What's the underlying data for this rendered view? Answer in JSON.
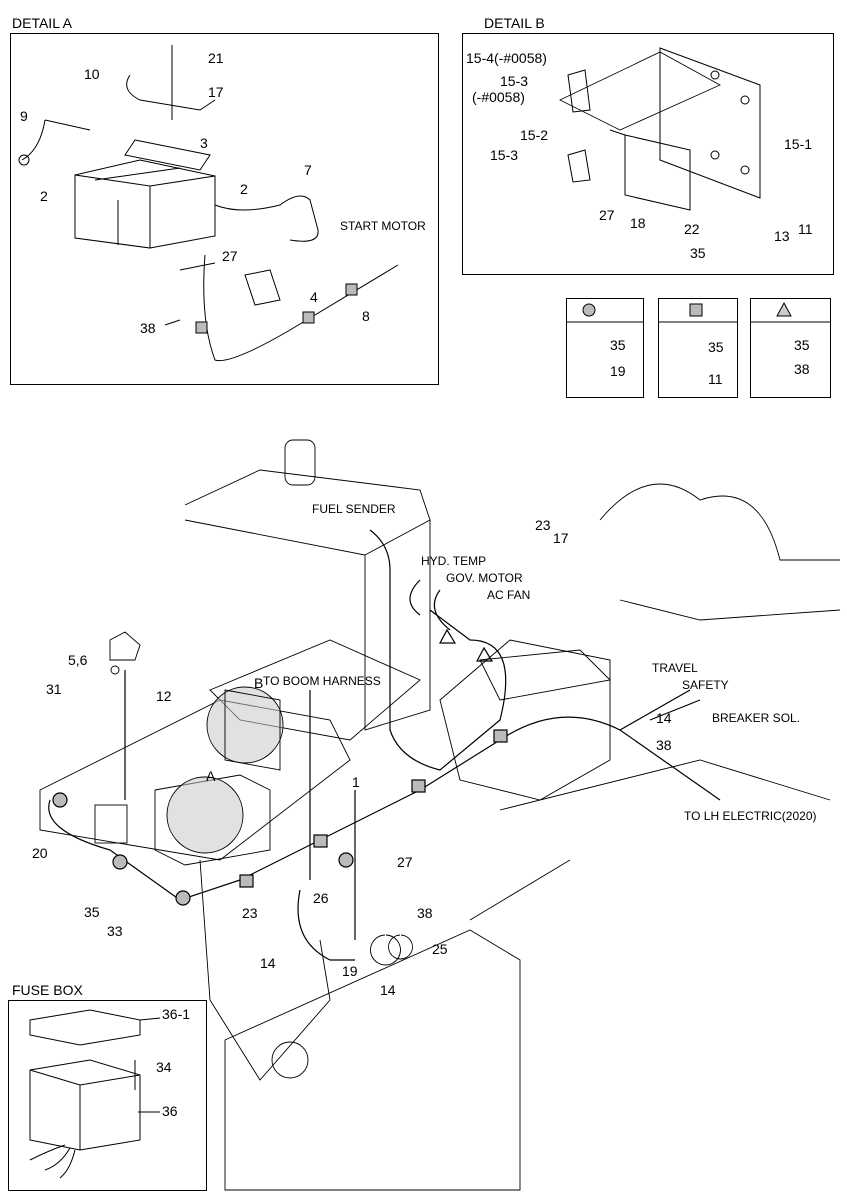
{
  "detail_a": {
    "title": "DETAIL A",
    "labels": [
      "21",
      "10",
      "17",
      "9",
      "3",
      "2",
      "2",
      "7",
      "START MOTOR",
      "27",
      "4",
      "38",
      "8"
    ]
  },
  "detail_b": {
    "title": "DETAIL B",
    "labels": [
      "15-4(-#0058)",
      "15-3",
      "(-#0058)",
      "15-2",
      "15-3",
      "15-1",
      "27",
      "18",
      "22",
      "13",
      "11",
      "35"
    ]
  },
  "legend": [
    {
      "symbol": "circle-dotted",
      "parts": [
        "35",
        "19"
      ]
    },
    {
      "symbol": "square-dotted",
      "parts": [
        "35",
        "11"
      ]
    },
    {
      "symbol": "triangle-dotted",
      "parts": [
        "35",
        "38"
      ]
    }
  ],
  "main": {
    "labels": [
      "FUEL SENDER",
      "23",
      "17",
      "HYD. TEMP",
      "GOV. MOTOR",
      "AC FAN",
      "TRAVEL",
      "SAFETY",
      "14",
      "BREAKER SOL.",
      "38",
      "TO LH ELECTRIC(2020)",
      "5,6",
      "31",
      "12",
      "TO BOOM HARNESS",
      "B",
      "A",
      "1",
      "20",
      "35",
      "33",
      "27",
      "26",
      "38",
      "23",
      "14",
      "19",
      "25",
      "14"
    ]
  },
  "fuse_box": {
    "title": "FUSE BOX",
    "labels": [
      "36-1",
      "34",
      "36"
    ]
  }
}
